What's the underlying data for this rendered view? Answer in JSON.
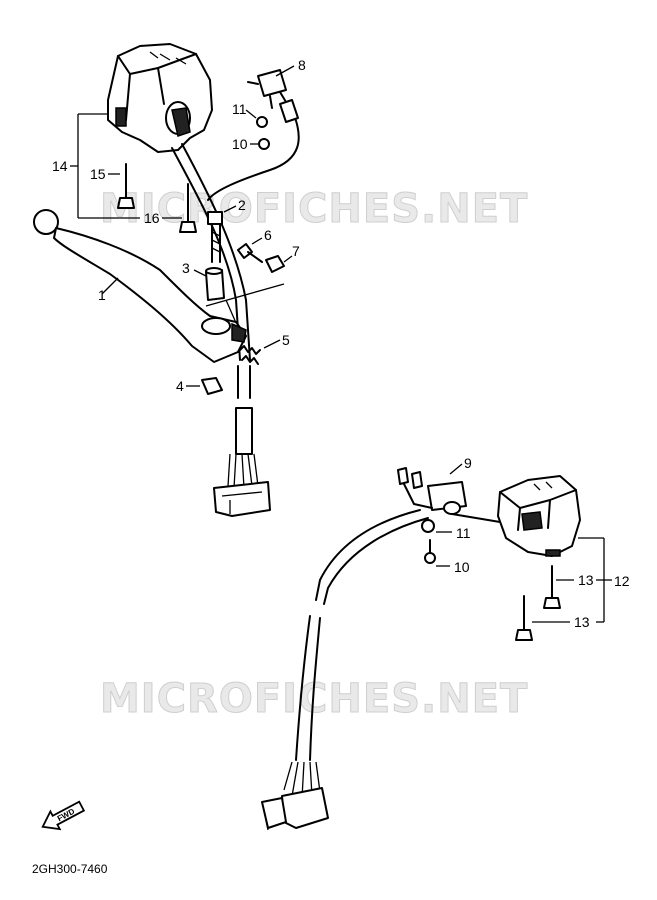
{
  "watermark": {
    "text": "MICROFICHES.NET"
  },
  "callouts": [
    {
      "id": "1",
      "label": "1"
    },
    {
      "id": "2",
      "label": "2"
    },
    {
      "id": "3",
      "label": "3"
    },
    {
      "id": "4",
      "label": "4"
    },
    {
      "id": "5",
      "label": "5"
    },
    {
      "id": "6",
      "label": "6"
    },
    {
      "id": "7",
      "label": "7"
    },
    {
      "id": "8",
      "label": "8"
    },
    {
      "id": "9",
      "label": "9"
    },
    {
      "id": "10a",
      "label": "10"
    },
    {
      "id": "10b",
      "label": "10"
    },
    {
      "id": "11a",
      "label": "11"
    },
    {
      "id": "11b",
      "label": "11"
    },
    {
      "id": "12",
      "label": "12"
    },
    {
      "id": "13a",
      "label": "13"
    },
    {
      "id": "13b",
      "label": "13"
    },
    {
      "id": "14",
      "label": "14"
    },
    {
      "id": "15",
      "label": "15"
    },
    {
      "id": "16",
      "label": "16"
    }
  ],
  "forward_badge": {
    "text": "FWD"
  },
  "drawing_code": "2GH300-7460"
}
